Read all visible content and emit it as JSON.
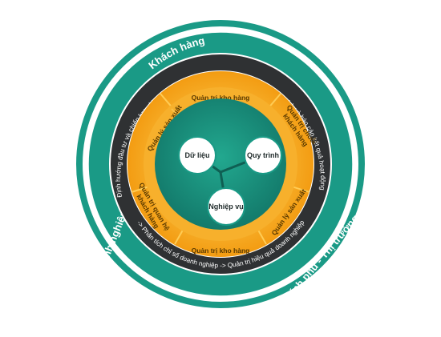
{
  "outer_labels": {
    "top": "Khách hàng",
    "left": "Doanh nghiệp",
    "right": "Chính phủ - Thị trường"
  },
  "dark_ring": {
    "upper_text": "Định hướng đầu tư và chiến lược kinh doanh -> Quản trị & kiểm soát rủi ro -> Phân tích và báo cáo kết quả hoạt động",
    "lower_text": "-> Phân tích chỉ số doanh nghiệp -> Quản trị hiệu quả doanh nghiệp"
  },
  "orange_segments": {
    "top": "Quản trị kho hàng",
    "upper_right": [
      "Quản trị chuỗi",
      "khách hàng"
    ],
    "upper_left": "Quản lý sản xuất",
    "bottom": "Quản trị kho hàng",
    "lower_right": "Quản lý sản xuất",
    "lower_left": [
      "Quản trị quan hệ",
      "khách hàng"
    ]
  },
  "core": {
    "left": "Dữ liệu",
    "right": "Quy trình",
    "bottom": "Nghiệp vụ"
  },
  "colors": {
    "teal": "#1a9a86",
    "teal_dark": "#137a6b",
    "orange": "#f5a623",
    "orange_light": "#fbc34a",
    "dark_ring": "#2f3133"
  }
}
